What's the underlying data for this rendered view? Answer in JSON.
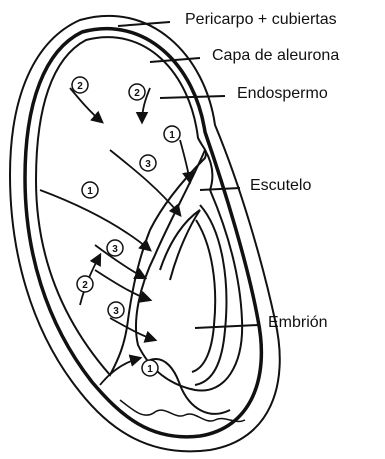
{
  "labels": {
    "pericarpo": "Pericarpo + cubiertas",
    "aleurona": "Capa de aleurona",
    "endospermo": "Endospermo",
    "escutelo": "Escutelo",
    "embrion": "Embrión"
  },
  "step_markers": [
    "1",
    "2",
    "3"
  ]
}
